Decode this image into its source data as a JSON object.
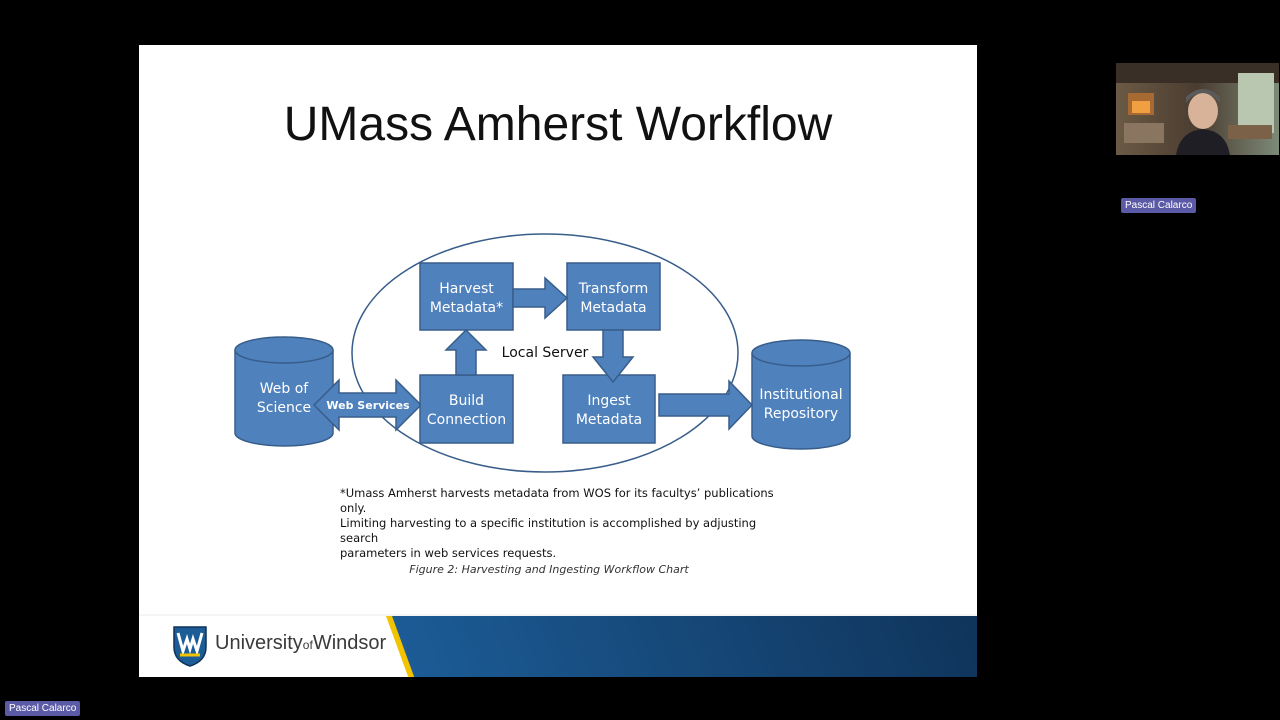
{
  "slide": {
    "title": "UMass Amherst Workflow",
    "diagram": {
      "container_label": "Local Server",
      "source": [
        "Web of",
        "Science"
      ],
      "connector_label": "Web Services",
      "harvest": [
        "Harvest",
        "Metadata*"
      ],
      "transform": [
        "Transform",
        "Metadata"
      ],
      "build": [
        "Build",
        "Connection"
      ],
      "ingest": [
        "Ingest",
        "Metadata"
      ],
      "destination": [
        "Institutional",
        "Repository"
      ]
    },
    "footnote": {
      "line1": "*Umass Amherst harvests metadata from WOS for its facultys’ publications only.",
      "line2": "Limiting harvesting to a specific institution is accomplished by adjusting search",
      "line3": "parameters in web services requests."
    },
    "caption": "Figure 2: Harvesting and Ingesting Workflow Chart",
    "footer": {
      "brand_main": "University",
      "brand_of": "of",
      "brand_end": "Windsor"
    }
  },
  "participant": {
    "name_tag_right": "Pascal Calarco",
    "name_tag_bottom": "Pascal Calarco"
  },
  "colors": {
    "box_fill": "#4f81bd",
    "box_stroke": "#385d8a",
    "footer_blue": "#16497a",
    "footer_gold": "#f2c300",
    "name_tag": "#5a5aa6"
  }
}
